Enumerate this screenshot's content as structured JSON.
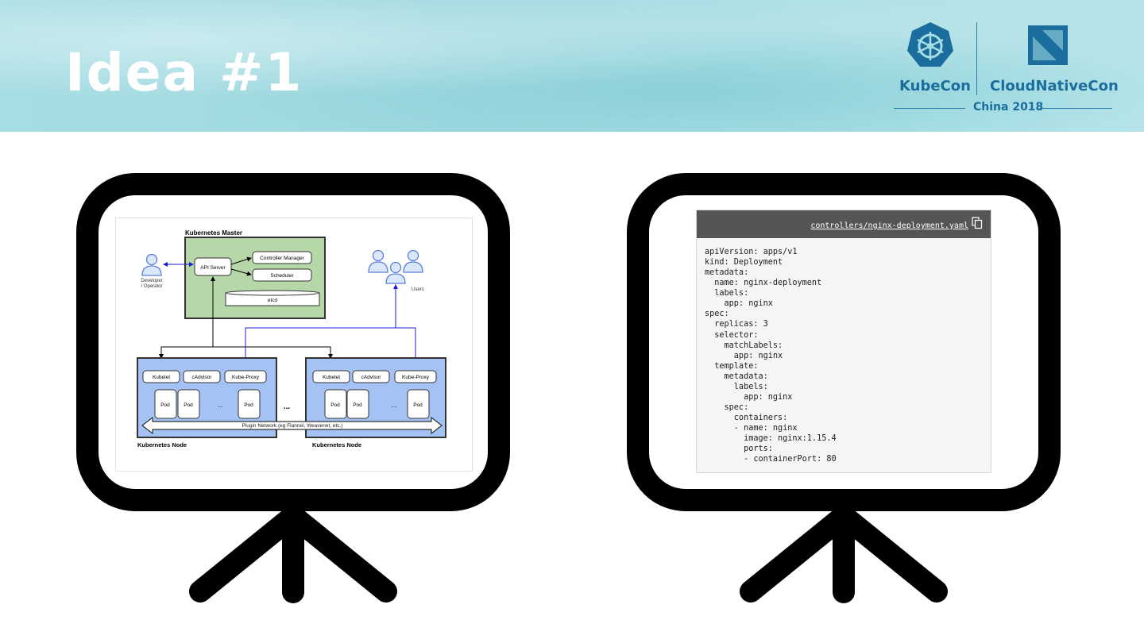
{
  "slide": {
    "title": "Idea #1"
  },
  "logos": {
    "kubecon": "KubeCon",
    "cloudnativecon": "CloudNativeCon",
    "event": "China 2018"
  },
  "diagram": {
    "master_label": "Kubernetes Master",
    "api_server": "API Server",
    "controller_manager": "Controller Manager",
    "scheduler": "Scheduler",
    "etcd": "etcd",
    "developer": "Developer",
    "operator": "/ Operator",
    "users": "Users",
    "kubelet": "Kubelet",
    "cadvisor": "cAdvisor",
    "kube_proxy": "Kube-Proxy",
    "pod": "Pod",
    "ellipsis": "...",
    "between": "...",
    "plugin_network": "Plugin Network (eg Flannel, Weavenet, etc.)",
    "node_label": "Kubernetes Node"
  },
  "code": {
    "filename": "controllers/nginx-deployment.yaml",
    "lines": [
      "apiVersion: apps/v1",
      "kind: Deployment",
      "metadata:",
      "  name: nginx-deployment",
      "  labels:",
      "    app: nginx",
      "spec:",
      "  replicas: 3",
      "  selector:",
      "    matchLabels:",
      "      app: nginx",
      "  template:",
      "    metadata:",
      "      labels:",
      "        app: nginx",
      "    spec:",
      "      containers:",
      "      - name: nginx",
      "        image: nginx:1.15.4",
      "        ports:",
      "        - containerPort: 80"
    ]
  },
  "colors": {
    "banner_text": "#ffffff",
    "logo_blue": "#1a6d9c",
    "master_fill": "#b6d7a8",
    "node_fill": "#a4c2f4",
    "arrow_blue": "#1a1ad6",
    "code_bg": "#f5f5f5",
    "code_header": "#555555"
  }
}
